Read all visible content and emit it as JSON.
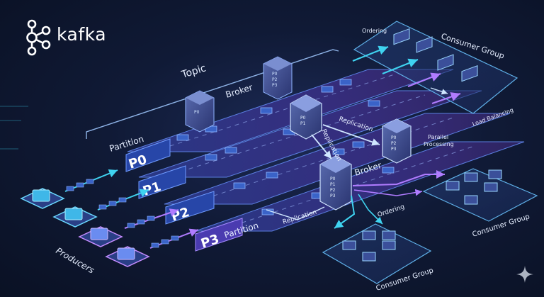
{
  "brand": {
    "logo_text": "kafka"
  },
  "labels": {
    "topic": "Topic",
    "broker_top": "Broker",
    "broker_bottom": "Broker",
    "partition_left": "Partition",
    "partition_bottom": "Partition",
    "replication_1": "Replication",
    "replication_2": "Replication",
    "replication_3": "Replication",
    "producers": "Producers",
    "parallel_processing_1": "Parallel",
    "parallel_processing_2": "Processing",
    "load_balancing": "Load Balancing",
    "ordering_top": "Ordering",
    "ordering_bottom": "Ordering",
    "consumer_group_top": "Consumer Group",
    "consumer_group_right": "Consumer Group",
    "consumer_group_bottom": "Consumer Group"
  },
  "partitions": [
    {
      "label": "P0"
    },
    {
      "label": "P1"
    },
    {
      "label": "P2"
    },
    {
      "label": "P3"
    }
  ],
  "server_labels": {
    "p0": "P0",
    "p1": "P1",
    "p2": "P2",
    "p3": "P3"
  },
  "colors": {
    "accent_cyan": "#3fd3f0",
    "accent_purple": "#a06cf5",
    "background": "#0b1426",
    "partition_label_bg": "#243f9e"
  }
}
